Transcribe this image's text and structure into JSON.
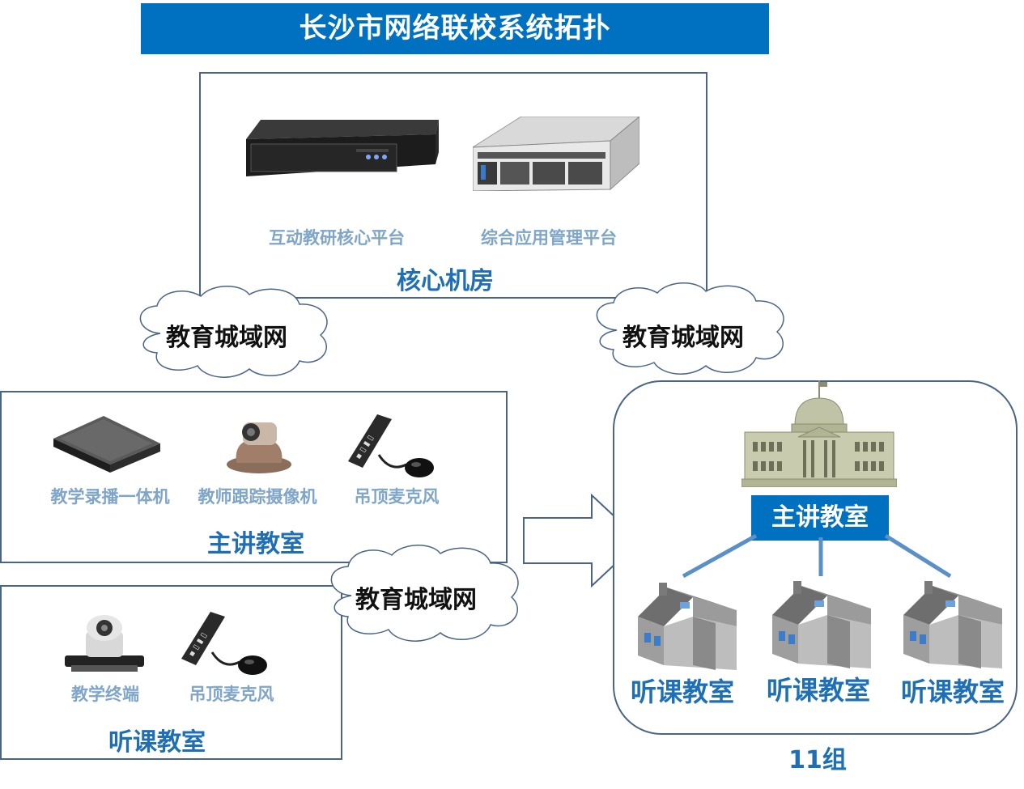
{
  "title": "长沙市网络联校系统拓扑",
  "core_room": {
    "title": "核心机房",
    "devices": [
      {
        "label": "互动教研核心平台",
        "icon": "rack-server-icon"
      },
      {
        "label": "综合应用管理平台",
        "icon": "rack-server-icon"
      }
    ]
  },
  "clouds": [
    "教育城域网",
    "教育城域网",
    "教育城域网"
  ],
  "main_classroom": {
    "title": "主讲教室",
    "devices": [
      {
        "label": "教学录播一体机",
        "icon": "recorder-box-icon"
      },
      {
        "label": "教师跟踪摄像机",
        "icon": "ptz-camera-icon"
      },
      {
        "label": "吊顶麦克风",
        "icon": "ceiling-microphone-icon"
      }
    ]
  },
  "listening_classroom": {
    "title": "听课教室",
    "devices": [
      {
        "label": "教学终端",
        "icon": "terminal-camera-icon"
      },
      {
        "label": "吊顶麦克风",
        "icon": "ceiling-microphone-icon"
      }
    ]
  },
  "group": {
    "main_label": "主讲教室",
    "listen_labels": [
      "听课教室",
      "听课教室",
      "听课教室"
    ],
    "count_label": "11组"
  },
  "colors": {
    "accent": "#0070c0",
    "label_light": "#7fa5c8",
    "label_dark": "#1e6fb5",
    "border": "#4a6584"
  }
}
